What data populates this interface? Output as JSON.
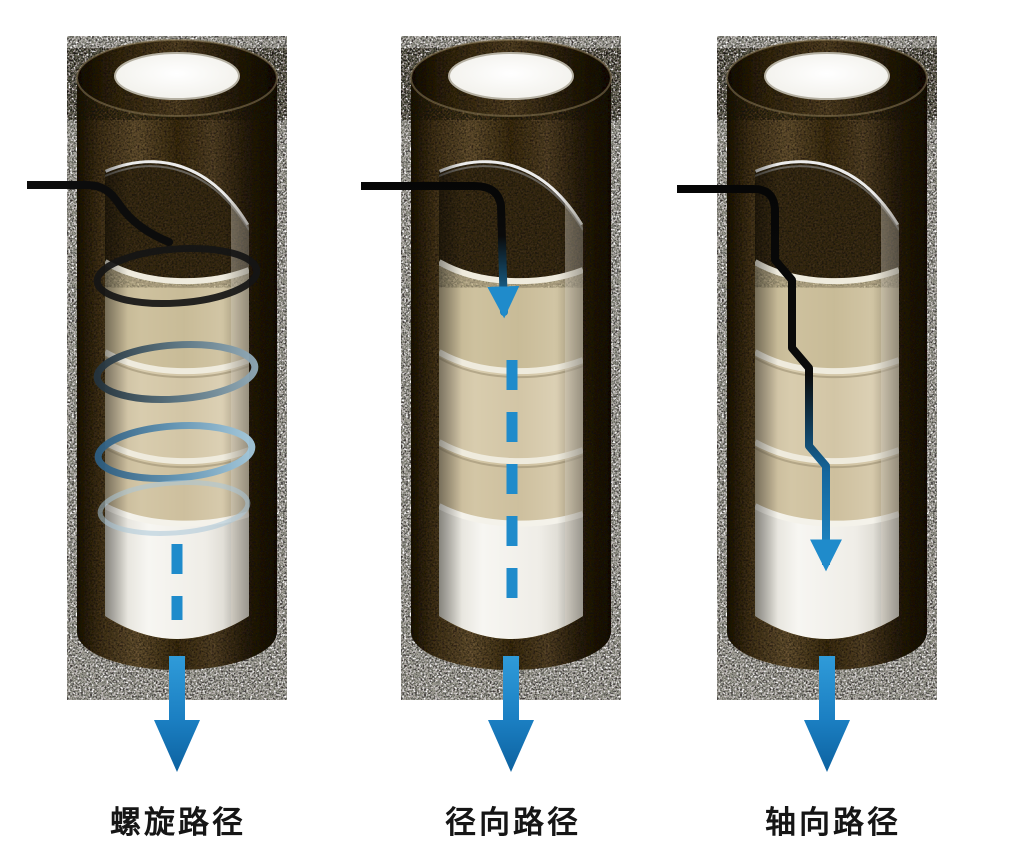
{
  "figure": {
    "background": "#ffffff",
    "panels": [
      {
        "id": "spiral",
        "label": "螺旋路径",
        "flow": "spiral"
      },
      {
        "id": "radial",
        "label": "径向路径",
        "flow": "radial"
      },
      {
        "id": "axial",
        "label": "轴向路径",
        "flow": "axial"
      }
    ],
    "colors": {
      "flow_blue": "#1f8bcb",
      "flow_blue_dark": "#0d62a0",
      "inlet_black": "#0c0c0c",
      "shell_brown_dark": "#2c2113",
      "shell_brown": "#5e4a2c",
      "layer_beige": "#d5c9ab",
      "core_white": "#f4f2ec"
    },
    "icons": [
      {
        "name": "down-arrow-icon"
      },
      {
        "name": "inlet-line"
      },
      {
        "name": "dashed-flow-line"
      }
    ]
  }
}
